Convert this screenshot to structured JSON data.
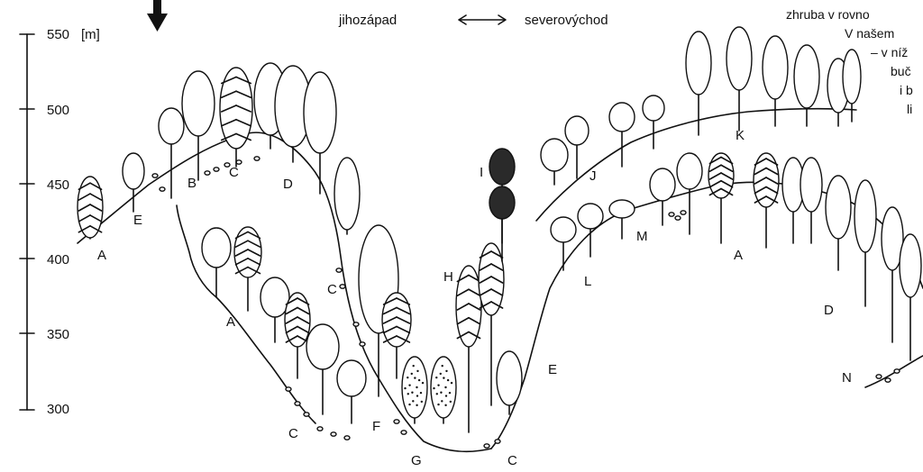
{
  "direction_arrow": {
    "icon": "arrow-down-icon"
  },
  "scale": {
    "unit": "[m]",
    "ticks": [
      "550",
      "500",
      "450",
      "400",
      "350",
      "300"
    ]
  },
  "orientation": {
    "left": "jihozápad",
    "right": "severovýchod",
    "icon": "double-arrow-icon"
  },
  "corner_text": [
    "zhruba v rovno",
    "V našem",
    "– v níž",
    "buč",
    "i b",
    "li"
  ],
  "zones": {
    "A_left": "A",
    "E_left": "E",
    "B": "B",
    "C_top": "C",
    "D_left": "D",
    "C_mid": "C",
    "A_mid": "A",
    "C_bottom": "C",
    "F": "F",
    "G": "G",
    "C_valley": "C",
    "H": "H",
    "I": "I",
    "E_right": "E",
    "L": "L",
    "J": "J",
    "M": "M",
    "K": "K",
    "A_right": "A",
    "D_right": "D",
    "N": "N"
  }
}
